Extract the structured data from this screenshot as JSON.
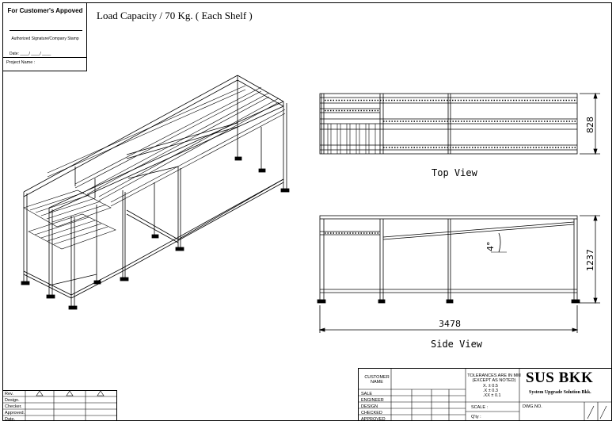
{
  "approval": {
    "title": "For Customer's Appoved",
    "signature_label": "Authorized Signature/Company Stamp",
    "date_label": "Date: ____/ ____/ ____",
    "project_label": "Project Name :"
  },
  "load_capacity": "Load Capacity / 70 Kg. ( Each Shelf )",
  "views": {
    "top": "Top View",
    "side": "Side View"
  },
  "dimensions": {
    "width": "828",
    "height": "1237",
    "length": "3478",
    "angle": "4°"
  },
  "revision_table": {
    "rows": [
      "Rev.",
      "Design.",
      "Checker.",
      "Approved.",
      "Date."
    ]
  },
  "title_block": {
    "customer_name": "CUSTOMER NAME",
    "sale": "SALE",
    "engineer": "ENGINEER",
    "design": "DESIGN",
    "checked": "CHECKED",
    "approved": "APPROVED",
    "tolerance_title": "TOLERANCES ARE IN MM",
    "tolerance_sub": "(EXCEPT AS NOTED)",
    "tol_x": "X.  ±  0.5",
    "tol_xx": ".X  ±  0.3",
    "tol_xxx": ".XX ±  0.1",
    "scale": "SCALE :",
    "qty": "Q'ty :",
    "dwg_no": "DWG.NO.",
    "company": "SUS BKK",
    "company_full": "System Upgrade Solution Bkk."
  }
}
